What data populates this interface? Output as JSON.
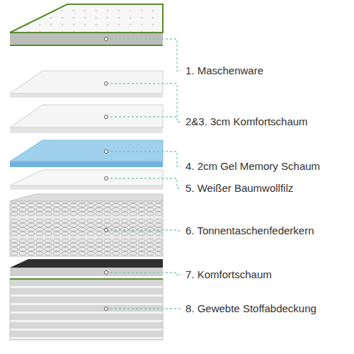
{
  "diagram": {
    "labels": [
      "1. Maschenware",
      "2&3. 3cm Komfortschaum",
      "4. 2cm Gel Memory Schaum",
      "5. Weißer Baumwollfilz",
      "6. Tonnentaschenfederkern",
      "7. Komfortschaum",
      "8. Gewebte Stoffabdeckung"
    ]
  }
}
